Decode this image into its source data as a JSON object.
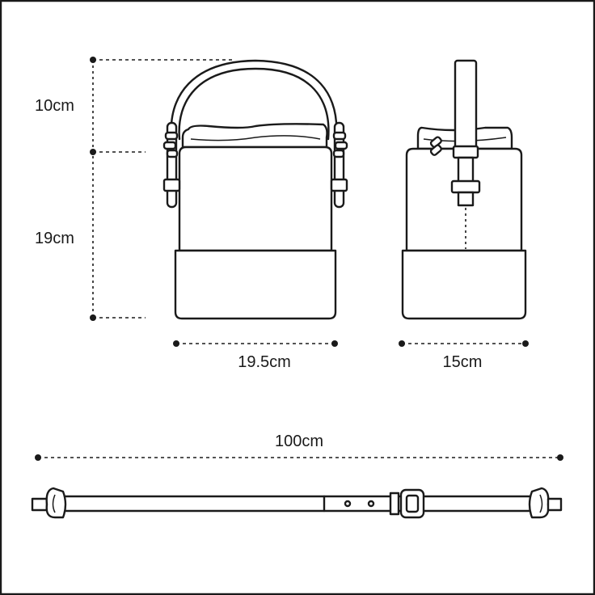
{
  "dimensions": {
    "handle_height": "10cm",
    "body_height": "19cm",
    "width": "19.5cm",
    "depth": "15cm",
    "strap_length": "100cm"
  }
}
